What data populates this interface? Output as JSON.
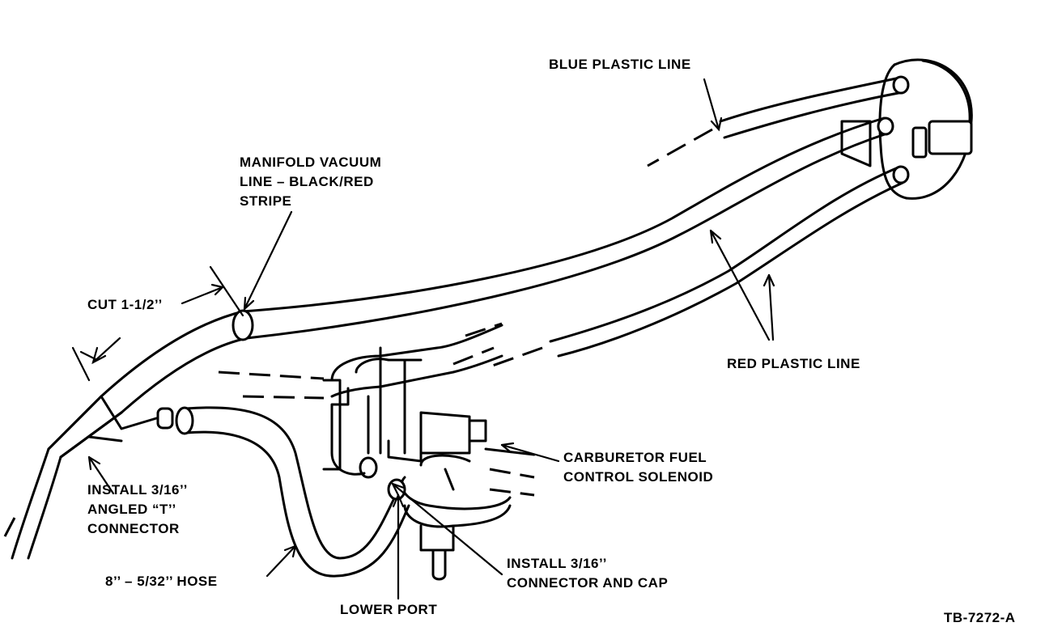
{
  "labels": {
    "blue_line": "BLUE PLASTIC LINE",
    "manifold_1": "MANIFOLD VACUUM",
    "manifold_2": "LINE – BLACK/RED",
    "manifold_3": "STRIPE",
    "cut": "CUT 1-1/2’’",
    "red_line": "RED PLASTIC LINE",
    "carb_1": "CARBURETOR FUEL",
    "carb_2": "CONTROL SOLENOID",
    "install_t_1": "INSTALL 3/16’’",
    "install_t_2": "ANGLED “T’’",
    "install_t_3": "CONNECTOR",
    "install_cap_1": "INSTALL 3/16’’",
    "install_cap_2": "CONNECTOR AND CAP",
    "hose": "8’’ – 5/32’’ HOSE",
    "lower_port": "LOWER PORT",
    "figure_id": "TB-7272-A"
  }
}
